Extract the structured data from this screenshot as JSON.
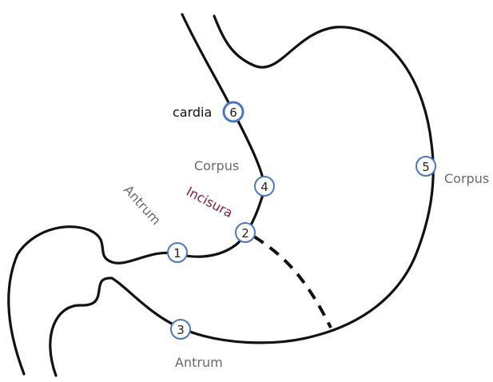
{
  "colors": {
    "outline": "#111111",
    "marker_ring": "#4a78c8",
    "label_gray": "#6a6a6a",
    "label_dark": "#111111",
    "incisura_red": "#8b1a3a"
  },
  "labels": {
    "cardia": "cardia",
    "corpus_inner": "Corpus",
    "corpus_outer": "Corpus",
    "antrum_upper": "Antrum",
    "antrum_lower": "Antrum",
    "incisura": "Incisura"
  },
  "markers": [
    "1",
    "2",
    "3",
    "4",
    "5",
    "6"
  ]
}
